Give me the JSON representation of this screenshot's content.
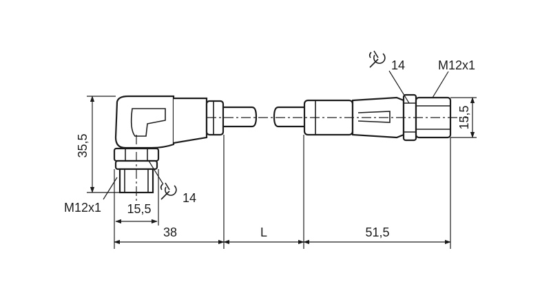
{
  "drawing": {
    "labels": {
      "wrench_right": "14",
      "thread_right": "M12x1",
      "dim_right_height": "15,5",
      "dim_left_height": "35,5",
      "thread_left": "M12x1",
      "dim_left_width": "15,5",
      "wrench_left": "14",
      "dim_38": "38",
      "dim_L": "L",
      "dim_51_5": "51,5"
    }
  }
}
